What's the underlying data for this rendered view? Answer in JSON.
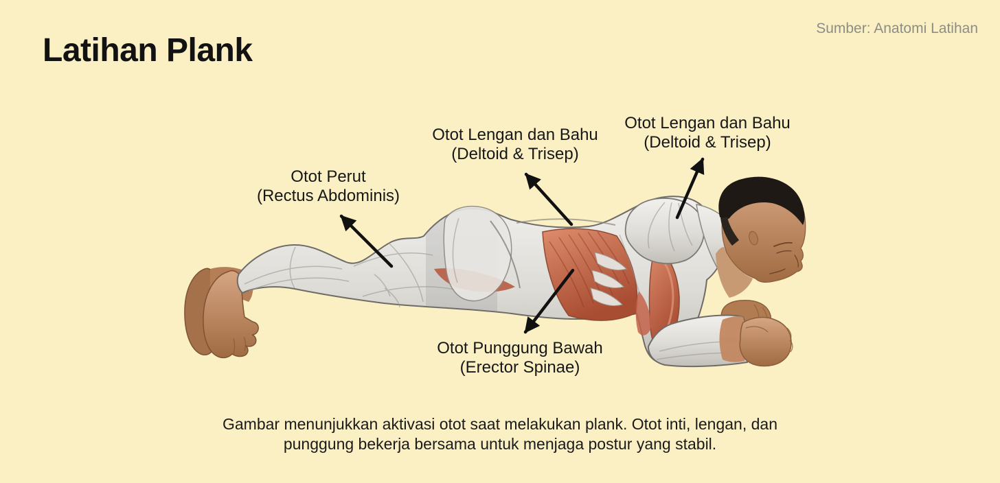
{
  "page": {
    "title": "Latihan Plank",
    "source_credit": "Sumber: Anatomi Latihan",
    "caption_line1": "Gambar menunjukkan aktivasi otot saat melakukan plank. Otot inti, lengan, dan",
    "caption_line2": "punggung bekerja bersama untuk menjaga postur yang stabil.",
    "background_color": "#FAF0C4",
    "text_color": "#171717",
    "source_color": "#8D8D85",
    "arrow_color": "#111111"
  },
  "muscle_labels": [
    {
      "line1": "Otot Perut",
      "line2": "(Rectus Abdominis)"
    },
    {
      "line1": "Otot Lengan dan Bahu",
      "line2": "(Deltoid & Trisep)"
    },
    {
      "line1": "Otot Lengan dan Bahu",
      "line2": "(Deltoid & Trisep)"
    },
    {
      "line1": "Otot Punggung Bawah",
      "line2": "(Erector Spinae)"
    }
  ],
  "figure": {
    "subject": "Ilustrasi anatomi pria melakukan plank",
    "highlight_color": "#C4634A",
    "muscle_color": "#E7E5E1",
    "skin_color": "#C28760",
    "hair_color": "#1E1915"
  }
}
